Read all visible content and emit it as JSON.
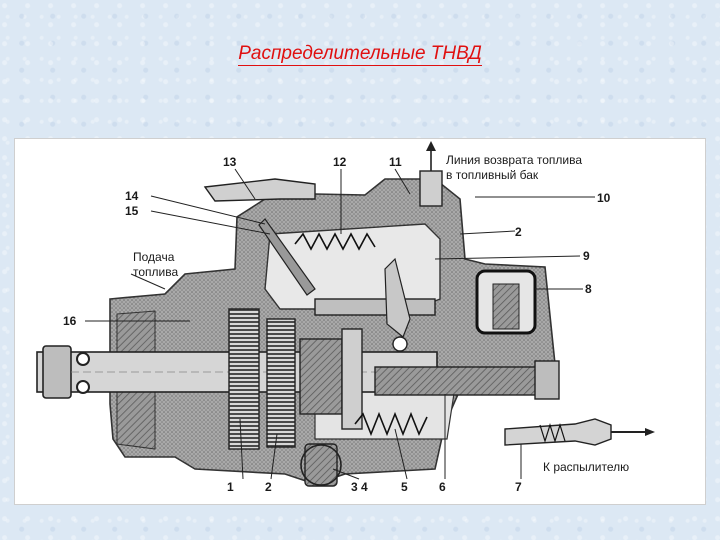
{
  "slide": {
    "title": "Распределительные ТНВД"
  },
  "diagram": {
    "labels": {
      "n1": "1",
      "n2": "2",
      "n34": "3 4",
      "n5": "5",
      "n6": "6",
      "n7": "7",
      "n8": "8",
      "n9": "9",
      "n10": "10",
      "n11": "11",
      "n12": "12",
      "n13": "13",
      "n14": "14",
      "n15": "15",
      "n16": "16",
      "n2r": "2",
      "return_line_1": "Линия возврата топлива",
      "return_line_2": "в топливный бак",
      "fuel_supply_1": "Подача",
      "fuel_supply_2": "топлива",
      "to_injector": "К распылителю"
    }
  }
}
